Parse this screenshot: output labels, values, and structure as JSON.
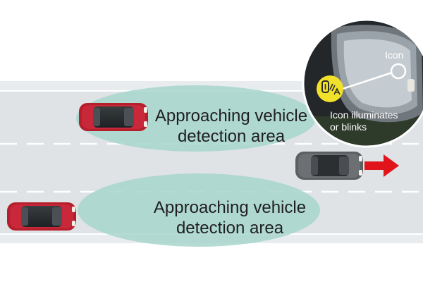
{
  "zones": {
    "top_label_line1": "Approaching vehicle",
    "top_label_line2": "detection area",
    "bottom_label_line1": "Approaching vehicle",
    "bottom_label_line2": "detection area"
  },
  "inset": {
    "icon_label": "Icon",
    "caption_line1": "Icon illuminates",
    "caption_line2": "or blinks",
    "indicator_icon": "blind-spot-warning-icon"
  },
  "colors": {
    "road": "#dfe3e6",
    "detection_area": "#a7d6cc",
    "car_red": "#b51f2c",
    "car_gray": "#5c6063",
    "arrow": "#e1141c",
    "indicator_yellow": "#f2e12a"
  }
}
